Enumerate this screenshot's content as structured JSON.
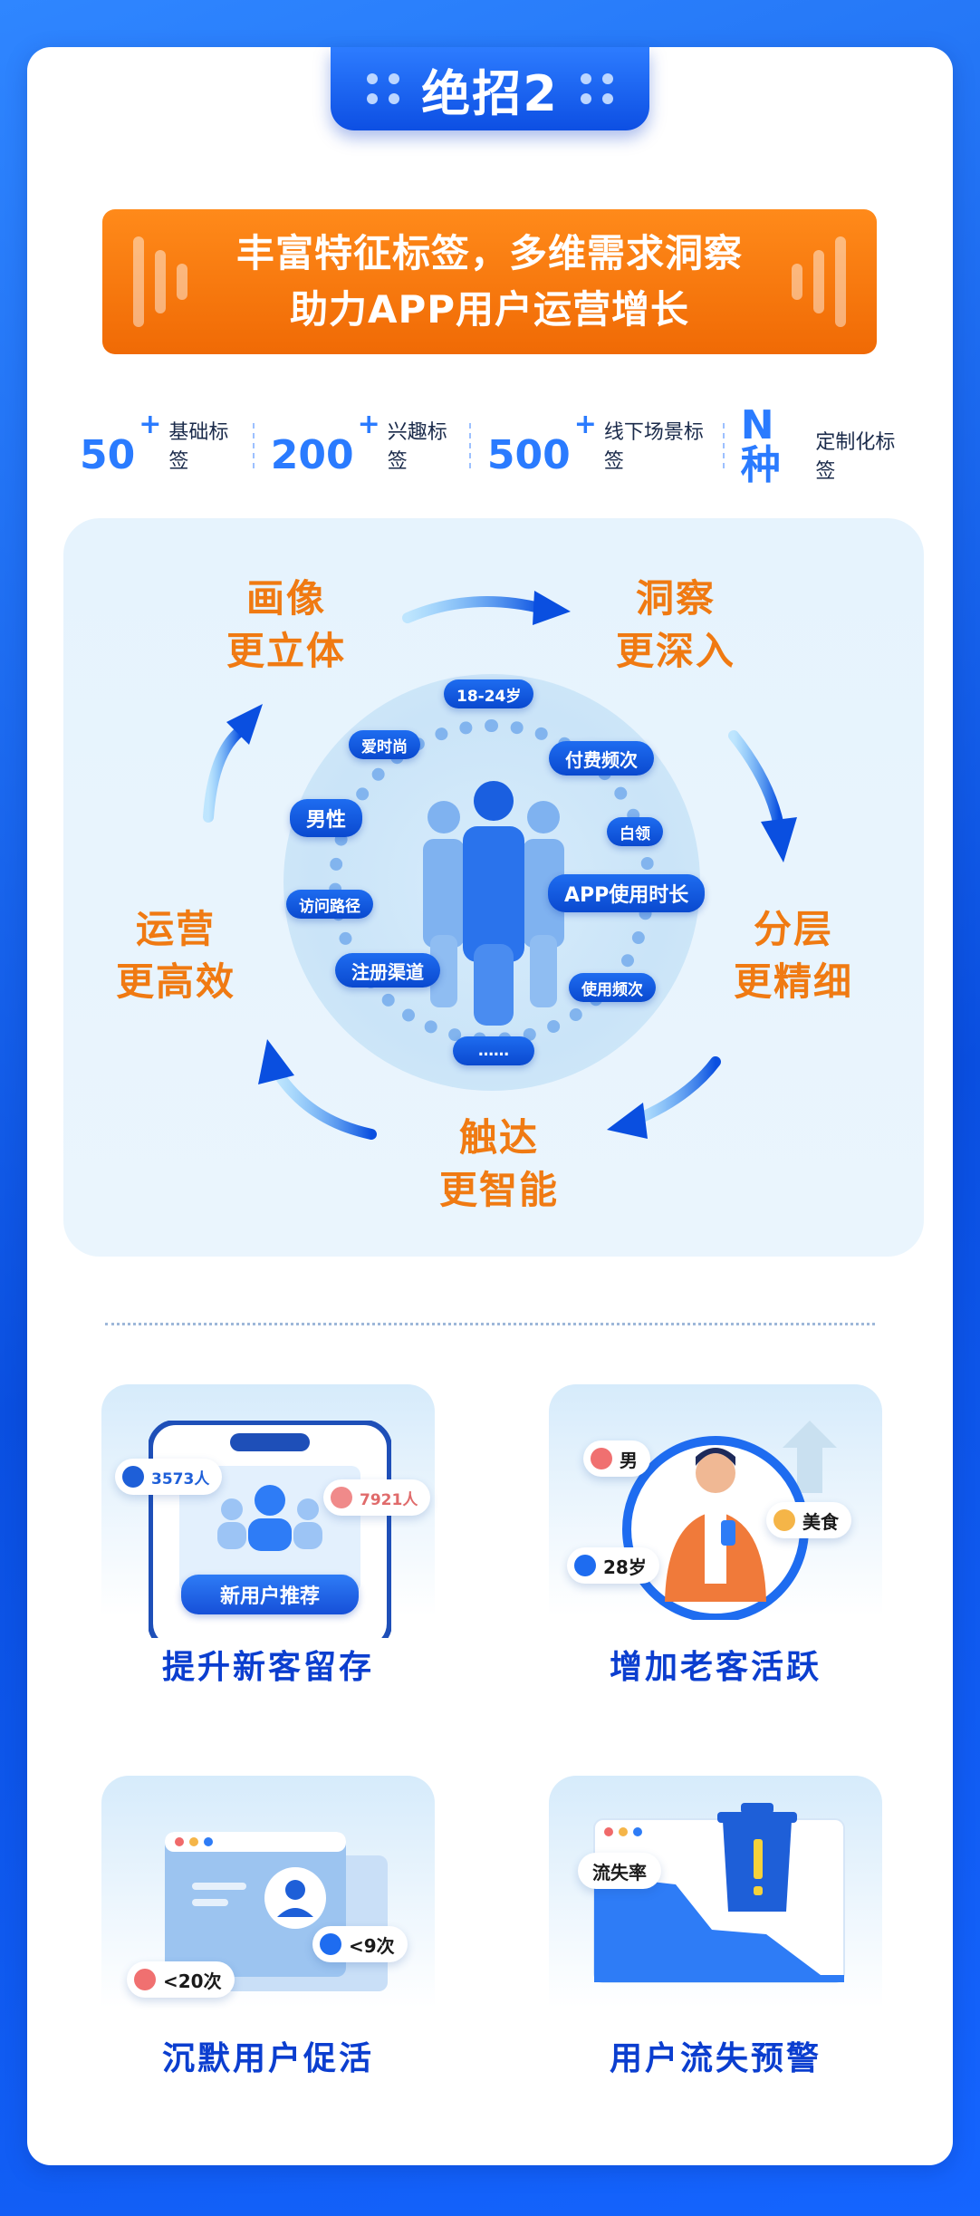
{
  "header": {
    "title": "绝招2"
  },
  "banner": {
    "line1": "丰富特征标签，多维需求洞察",
    "line2": "助力APP用户运营增长"
  },
  "stats": [
    {
      "num": "50",
      "sup": "+",
      "label": "基础标签"
    },
    {
      "num": "200",
      "sup": "+",
      "label": "兴趣标签"
    },
    {
      "num": "500",
      "sup": "+",
      "label": "线下场景标签"
    },
    {
      "num": "N种",
      "sup": "",
      "label": "定制化标签"
    }
  ],
  "cycle": {
    "labels": {
      "top_left": [
        "画像",
        "更立体"
      ],
      "top_right": [
        "洞察",
        "更深入"
      ],
      "right": [
        "分层",
        "更精细"
      ],
      "bottom": [
        "触达",
        "更智能"
      ],
      "left": [
        "运营",
        "更高效"
      ]
    },
    "tags": {
      "age": "18-24岁",
      "fashion": "爱时尚",
      "pay_freq": "付费频次",
      "male": "男性",
      "white_collar": "白领",
      "visit_path": "访问路径",
      "app_time": "APP使用时长",
      "register": "注册渠道",
      "use_freq": "使用频次",
      "more": "……"
    }
  },
  "features": [
    {
      "title": "提升新客留存",
      "count_a": "3573人",
      "count_b": "7921人",
      "button": "新用户推荐"
    },
    {
      "title": "增加老客活跃",
      "tag_gender": "男",
      "tag_food": "美食",
      "tag_age": "28岁"
    },
    {
      "title": "沉默用户促活",
      "tag_a": "<9次",
      "tag_b": "<20次"
    },
    {
      "title": "用户流失预警",
      "tag": "流失率"
    }
  ],
  "colors": {
    "primary": "#0b3ecf",
    "accent": "#f07a12",
    "blue": "#2a7bff"
  }
}
